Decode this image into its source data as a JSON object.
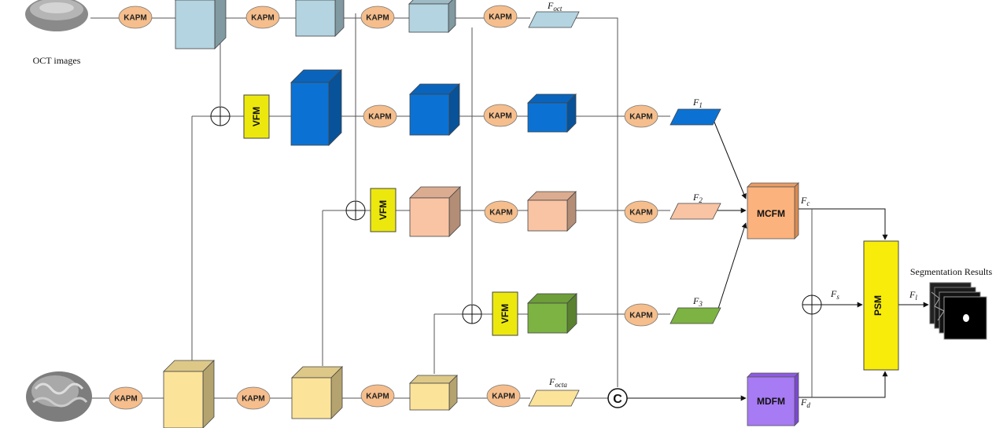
{
  "input_labels": {
    "oct": "OCT images"
  },
  "output_label": "Segmentation Results",
  "kapm_label": "KAPM",
  "vfm_label": "VFM",
  "modules": {
    "mcfm": "MCFM",
    "mdfm": "MDFM",
    "psm": "PSM"
  },
  "concat_symbol": "C",
  "features": {
    "f_oct": {
      "base": "F",
      "sub": "oct"
    },
    "f_1": {
      "base": "F",
      "sub": "1"
    },
    "f_2": {
      "base": "F",
      "sub": "2"
    },
    "f_3": {
      "base": "F",
      "sub": "3"
    },
    "f_octa": {
      "base": "F",
      "sub": "octa"
    },
    "f_c": {
      "base": "F",
      "sub": "c"
    },
    "f_s": {
      "base": "F",
      "sub": "s"
    },
    "f_d": {
      "base": "F",
      "sub": "d"
    },
    "f_l": {
      "base": "F",
      "sub": "l"
    }
  },
  "colors": {
    "oct_branch": "#b3d4e0",
    "branch_1": "#0b72d4",
    "branch_2": "#f9c4a4",
    "branch_3": "#7cb342",
    "octa_branch": "#fbe39a",
    "kapm": "#f5be8c",
    "vfm": "#ece80e",
    "mcfm": "#fbb27c",
    "mdfm": "#a77bf3",
    "psm": "#f8ec0a"
  }
}
